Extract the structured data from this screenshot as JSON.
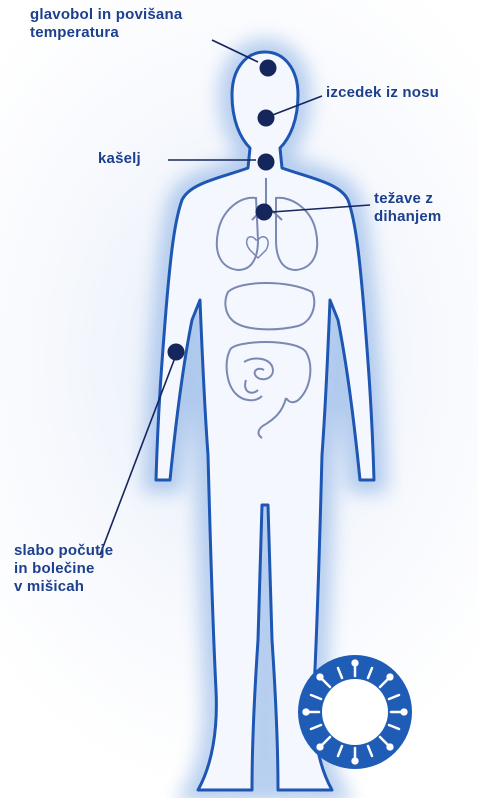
{
  "labels": {
    "headache_fever": "glavobol in povišana\ntemperatura",
    "runny_nose": "izcedek iz nosu",
    "cough": "kašelj",
    "breathing": "težave z\ndihanjem",
    "malaise_muscle_pain": "slabo počutje\nin bolečine\nv mišicah"
  },
  "colors": {
    "outline": "#1e56b3",
    "glow": "#7fa9e3",
    "body_fill": "#f4f7fd",
    "organ": "#7a88b4",
    "dot": "#15265c",
    "text": "#1c3f8e",
    "virus_bg": "#1f5cb5"
  },
  "icons": [
    "virus-icon"
  ]
}
